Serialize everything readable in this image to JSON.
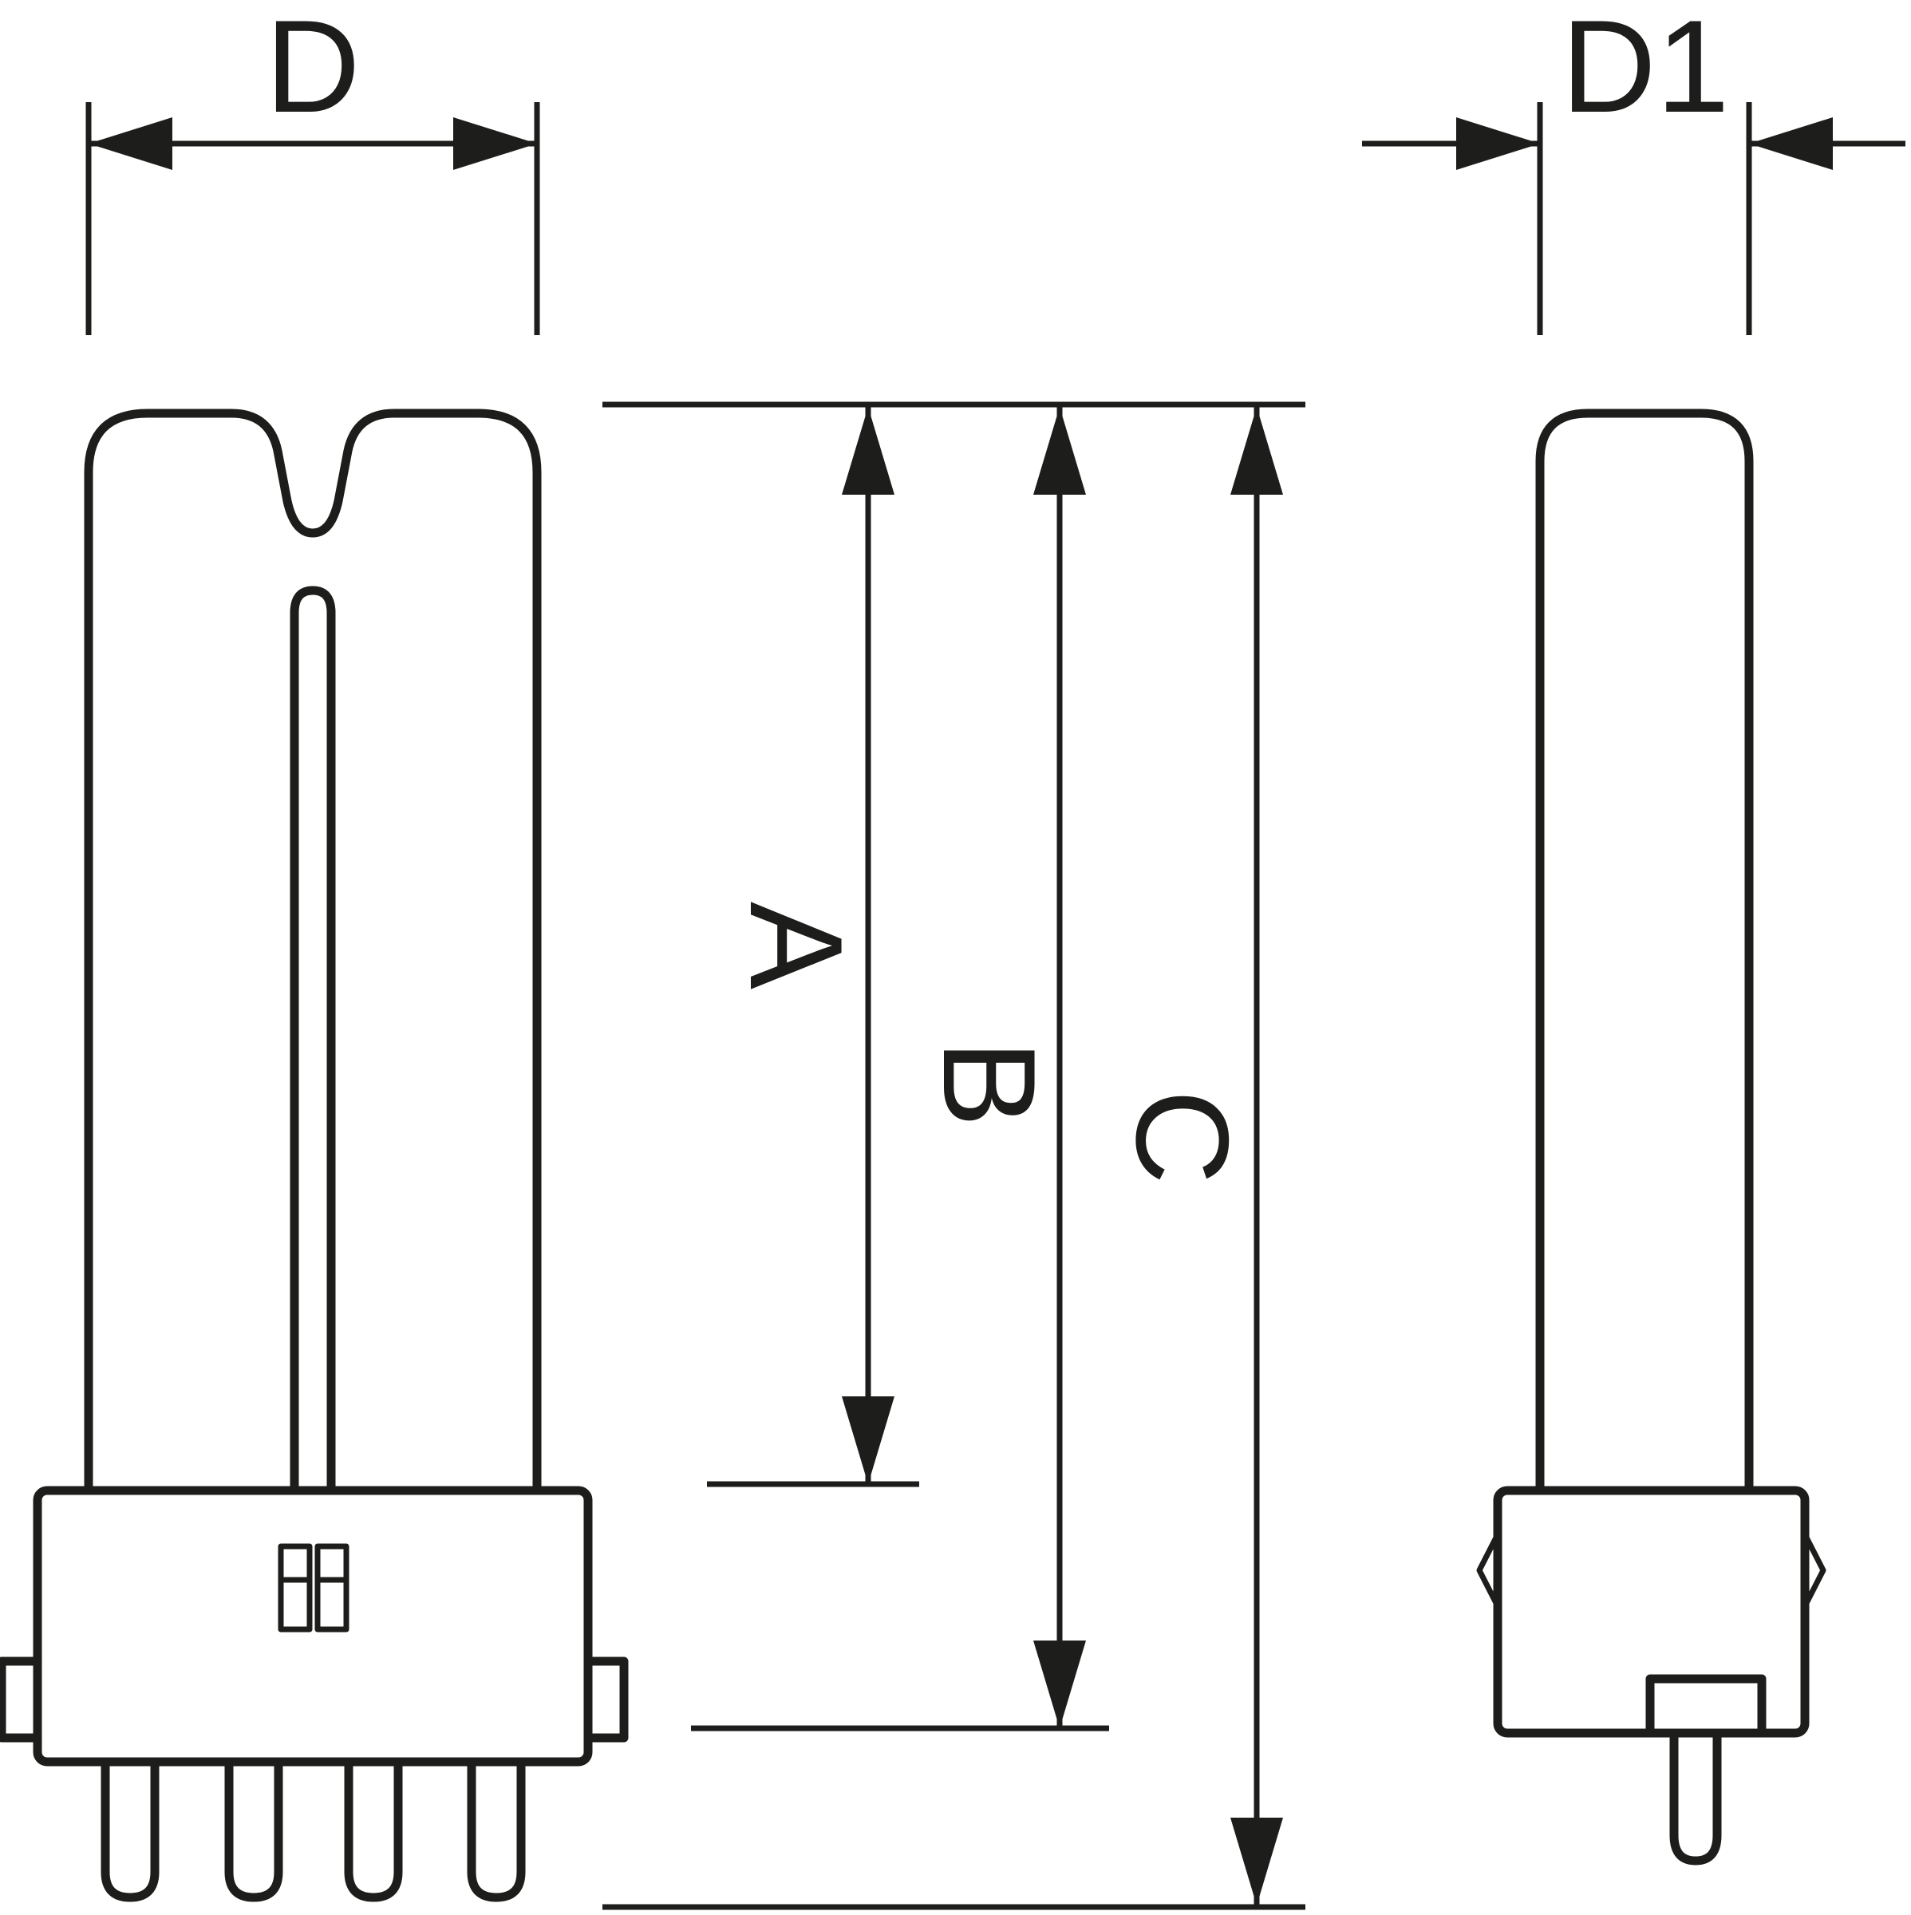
{
  "diagram": {
    "type": "lamp-dimension-drawing",
    "labels": {
      "d": "D",
      "d1": "D1",
      "a": "A",
      "b": "B",
      "c": "C"
    },
    "colors": {
      "line": "#1d1d1b",
      "background": "#ffffff"
    }
  }
}
